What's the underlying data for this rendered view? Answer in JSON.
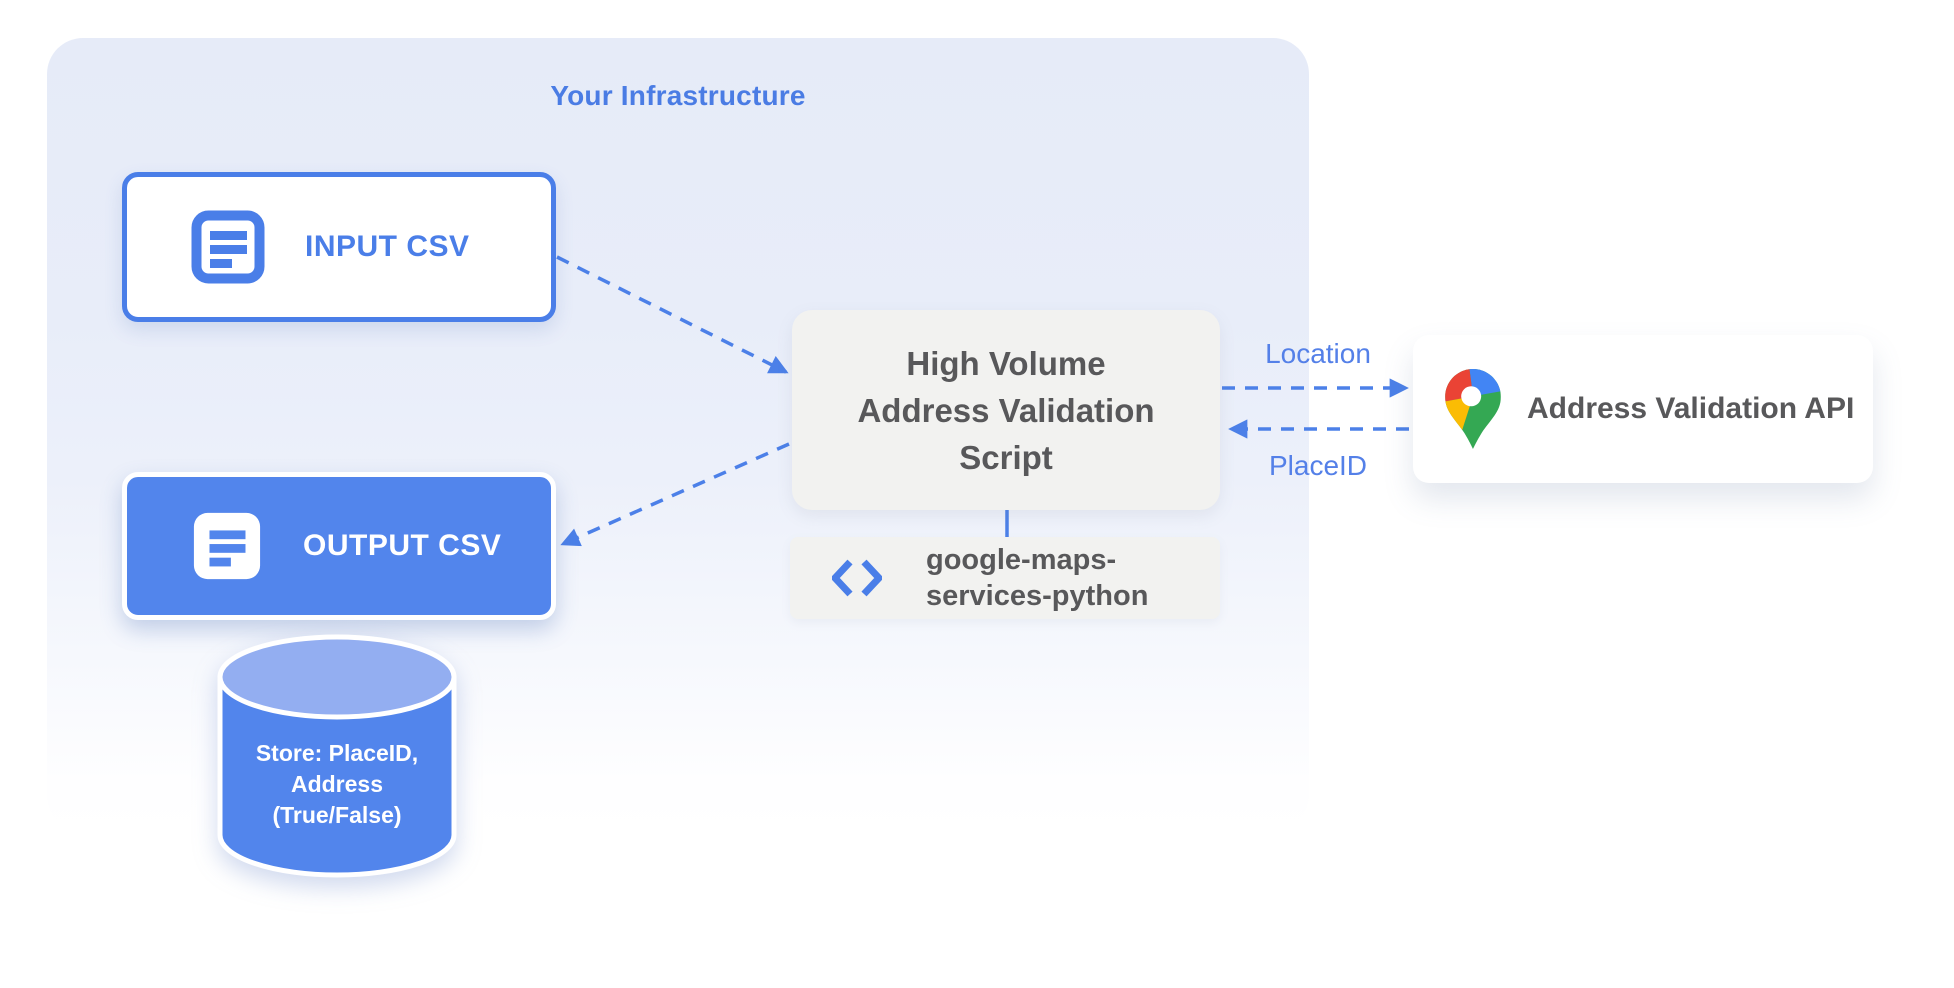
{
  "title": "Your Infrastructure",
  "nodes": {
    "input_csv": {
      "label": "INPUT CSV",
      "icon": "document-lines-icon"
    },
    "output_csv": {
      "label": "OUTPUT CSV",
      "icon": "document-lines-icon"
    },
    "datastore": {
      "lines": [
        "Store: PlaceID,",
        "Address",
        "(True/False)"
      ],
      "icon": "database-cylinder"
    },
    "script": {
      "lines": [
        "High Volume",
        "Address Validation",
        "Script"
      ]
    },
    "library": {
      "lines": [
        "google-maps-",
        "services-python"
      ],
      "icon": "code-brackets-icon"
    },
    "api": {
      "label": "Address Validation API",
      "icon": "google-maps-pin-icon"
    }
  },
  "edge_labels": {
    "request": "Location",
    "response": "PlaceID"
  },
  "colors": {
    "accent_blue": "#4A7EE8",
    "fill_blue": "#5285EC",
    "cylinder_top": "#93AEF1",
    "container_bg": "#E8EDF9",
    "box_gray": "#F2F2F0",
    "text_gray": "#58585A",
    "edge_label_blue": "#5480E8",
    "pin_red": "#EA4335",
    "pin_blue": "#4285F4",
    "pin_yellow": "#FBBC04",
    "pin_green": "#34A853"
  }
}
